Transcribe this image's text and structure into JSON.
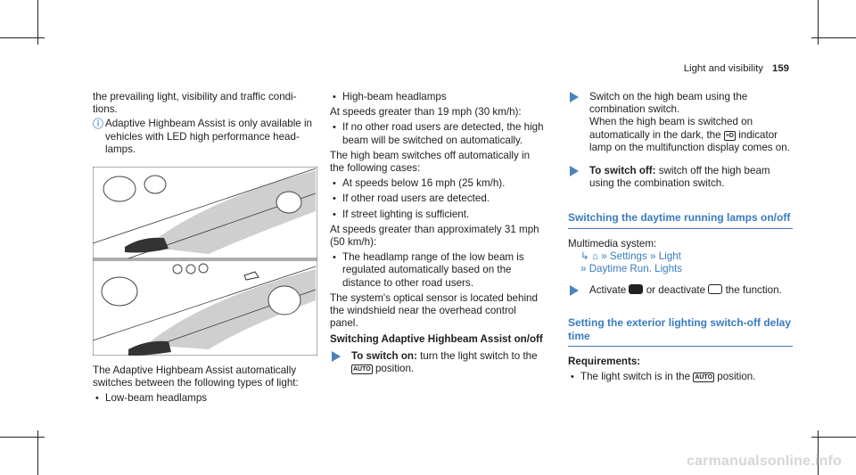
{
  "header": {
    "title": "Light and visibility",
    "page_number": "159"
  },
  "col1": {
    "intro": "the prevailing light, visibility and traffic condi-\ntions.",
    "note": "Adaptive Highbeam Assist is only available in vehicles with LED high performance head-lamps.",
    "after_figure": "The Adaptive Highbeam Assist automatically switches between the following types of light:",
    "bullet1": "Low-beam headlamps"
  },
  "col2": {
    "bullet_high": "High-beam headlamps",
    "speed_greater_19": "At speeds greater than 19 mph (30 km/h):",
    "b_no_other": "If no other road users are detected, the high beam will be switched on automatically.",
    "off_auto": "The high beam switches off automatically in the following cases:",
    "b_below16": "At speeds below 16 mph (25 km/h).",
    "b_other": "If other road users are detected.",
    "b_street": "If street lighting is sufficient.",
    "greater31": "At speeds greater than approximately 31 mph (50 km/h):",
    "b_range": "The headlamp range of the low beam is regulated automatically based on the distance to other road users.",
    "sensor": "The system's optical sensor is located behind the windshield near the overhead control panel.",
    "subhead": "Switching Adaptive Highbeam Assist on/off",
    "switch_on_label": "To switch on:",
    "switch_on_text": "turn the light switch to the",
    "position": "position."
  },
  "col3": {
    "step1": "Switch on the high beam using the combination switch.",
    "step1b_1": "When the high beam is switched on automatically in the dark, the",
    "step1b_2": "indicator lamp on the multifunction display comes on.",
    "switch_off_label": "To switch off:",
    "switch_off_text": "switch off the high beam using the combination switch.",
    "sec1": "Switching the daytime running lamps on/off",
    "multimedia": "Multimedia system:",
    "path1": "Settings",
    "path2": "Light",
    "path3": "Daytime Run. Lights",
    "activate": "Activate",
    "or_deactivate": "or deactivate",
    "the_func": "the function.",
    "sec2": "Setting the exterior lighting switch-off delay time",
    "req": "Requirements:",
    "req_b1": "The light switch is in the",
    "req_b1_end": "position."
  },
  "auto_label": "AUTO",
  "watermark": "carmanualsonline.info"
}
